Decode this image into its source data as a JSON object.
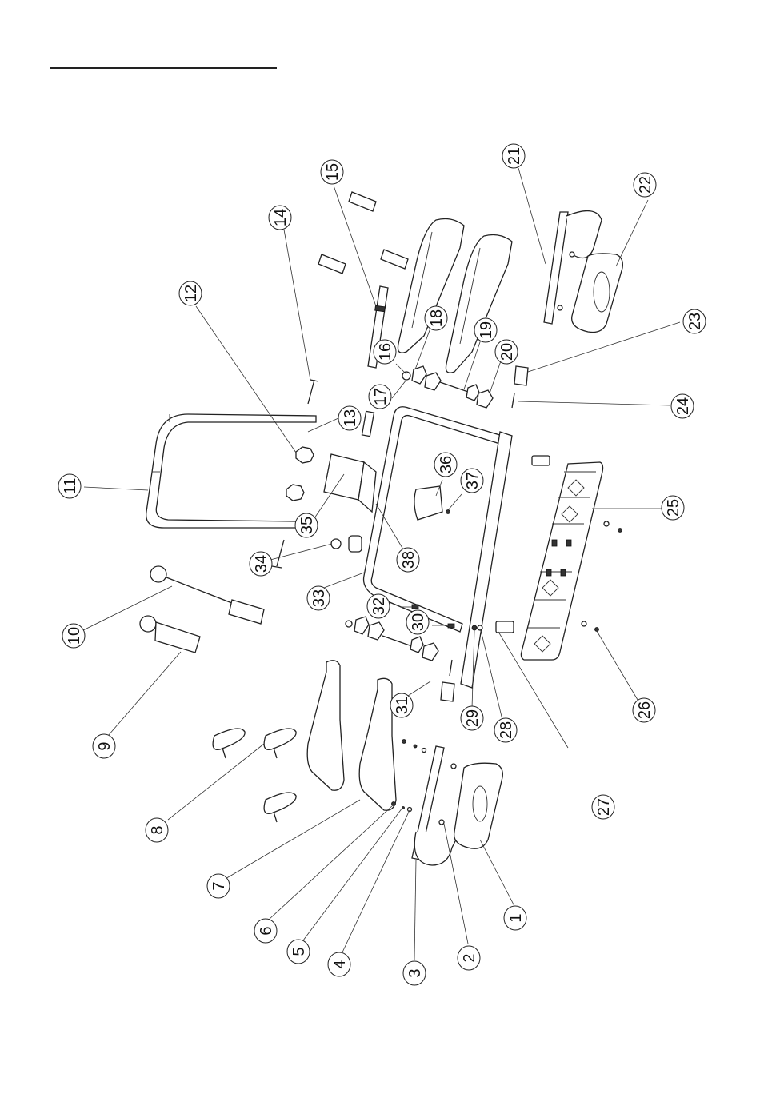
{
  "document": {
    "title": "",
    "type": "exploded parts diagram"
  },
  "callouts": [
    {
      "id": "1",
      "label": "1"
    },
    {
      "id": "2",
      "label": "2"
    },
    {
      "id": "3",
      "label": "3"
    },
    {
      "id": "4",
      "label": "4"
    },
    {
      "id": "5",
      "label": "5"
    },
    {
      "id": "6",
      "label": "6"
    },
    {
      "id": "7",
      "label": "7"
    },
    {
      "id": "8",
      "label": "8"
    },
    {
      "id": "9",
      "label": "9"
    },
    {
      "id": "10",
      "label": "10"
    },
    {
      "id": "11",
      "label": "11"
    },
    {
      "id": "12",
      "label": "12"
    },
    {
      "id": "13",
      "label": "13"
    },
    {
      "id": "14",
      "label": "14"
    },
    {
      "id": "15",
      "label": "15"
    },
    {
      "id": "16",
      "label": "16"
    },
    {
      "id": "17",
      "label": "17"
    },
    {
      "id": "18",
      "label": "18"
    },
    {
      "id": "19",
      "label": "19"
    },
    {
      "id": "20",
      "label": "20"
    },
    {
      "id": "21",
      "label": "21"
    },
    {
      "id": "22",
      "label": "22"
    },
    {
      "id": "23",
      "label": "23"
    },
    {
      "id": "24",
      "label": "24"
    },
    {
      "id": "25",
      "label": "25"
    },
    {
      "id": "26",
      "label": "26"
    },
    {
      "id": "27",
      "label": "27"
    },
    {
      "id": "28",
      "label": "28"
    },
    {
      "id": "29",
      "label": "29"
    },
    {
      "id": "30",
      "label": "30"
    },
    {
      "id": "31",
      "label": "31"
    },
    {
      "id": "32",
      "label": "32"
    },
    {
      "id": "33",
      "label": "33"
    },
    {
      "id": "34",
      "label": "34"
    },
    {
      "id": "35",
      "label": "35"
    },
    {
      "id": "36",
      "label": "36"
    },
    {
      "id": "37",
      "label": "37"
    },
    {
      "id": "38",
      "label": "38"
    }
  ]
}
